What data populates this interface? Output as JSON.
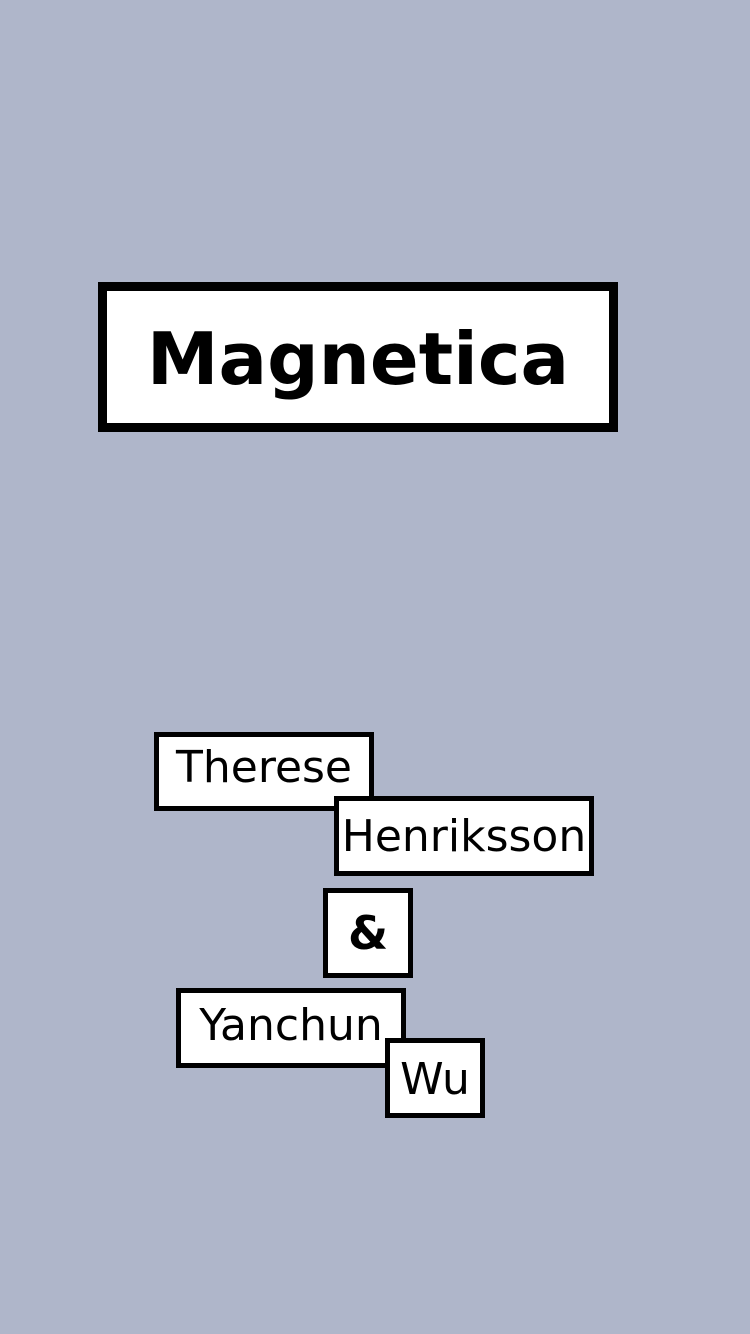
{
  "colors": {
    "background": "#afb6ca",
    "box_fill": "#ffffff",
    "border": "#000000",
    "text": "#000000"
  },
  "title": "Magnetica",
  "credits": {
    "author1_first": "Therese",
    "author1_last": "Henriksson",
    "separator": "&",
    "author2_first": "Yanchun",
    "author2_last": "Wu"
  }
}
